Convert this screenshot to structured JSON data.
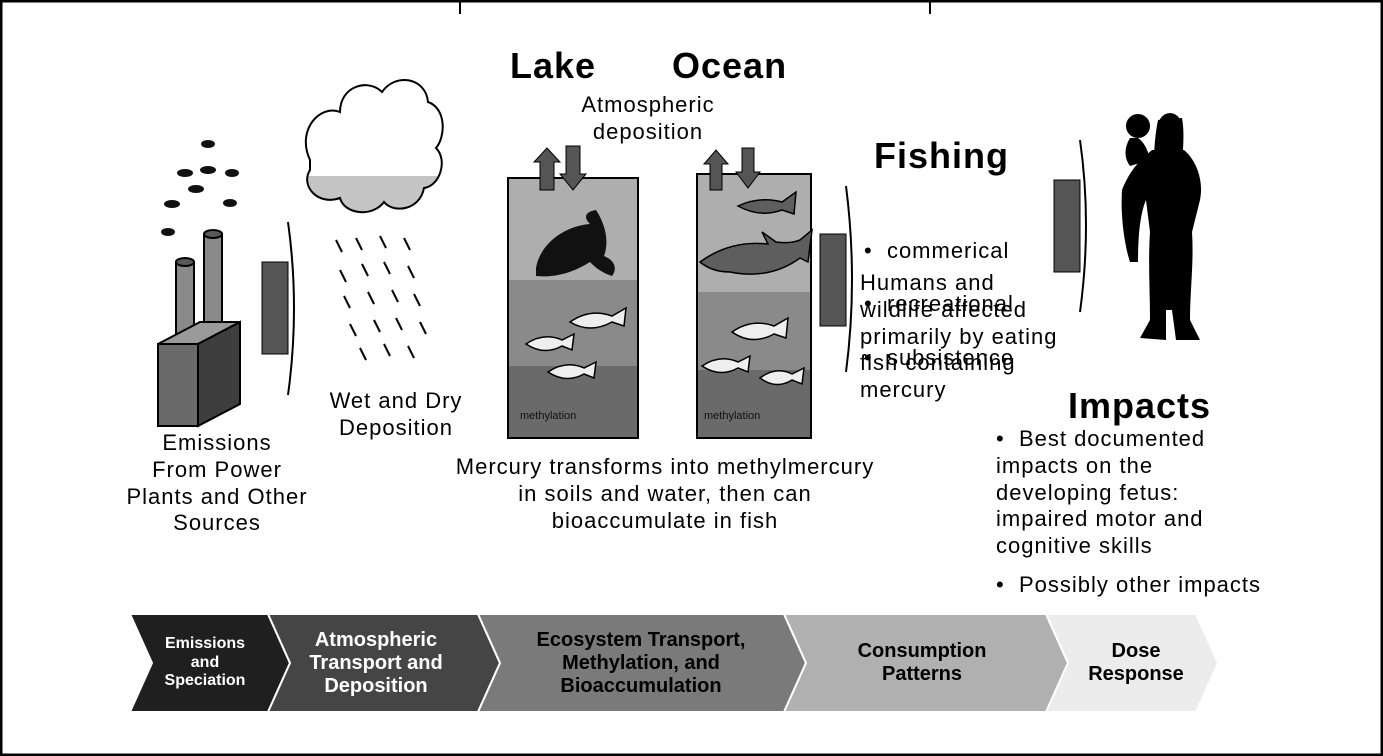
{
  "labels": {
    "lake": "Lake",
    "ocean": "Ocean",
    "atmospheric_deposition": "Atmospheric\ndeposition",
    "fishing": "Fishing",
    "emissions": "Emissions\nFrom Power\nPlants and Other\nSources",
    "wet_dry": "Wet and Dry\nDeposition",
    "mercury": "Mercury transforms into methylmercury\nin soils and water, then can\nbioaccumulate in fish",
    "humans": "Humans and\nwildlife affected\nprimarily by eating\nfish containing\nmercury",
    "impacts": "Impacts",
    "impacts_desc": "Best documented\nimpacts on the\ndeveloping fetus:\nimpaired motor and\ncognitive skills",
    "methylation_lake": "methylation",
    "methylation_ocean": "methylation"
  },
  "fishing_types": [
    "commerical",
    "recreational",
    "subsistence"
  ],
  "impacts_other": "Possibly other impacts",
  "chevrons": [
    {
      "label": "Emissions\nand\nSpeciation",
      "color": "#1f1f1f",
      "text_color": "#ffffff"
    },
    {
      "label": "Atmospheric\nTransport and\nDeposition",
      "color": "#454545",
      "text_color": "#ffffff"
    },
    {
      "label": "Ecosystem Transport,\nMethylation, and\nBioaccumulation",
      "color": "#7a7a7a",
      "text_color": "#000000"
    },
    {
      "label": "Consumption\nPatterns",
      "color": "#b0b0b0",
      "text_color": "#000000"
    },
    {
      "label": "Dose\nResponse",
      "color": "#ececec",
      "text_color": "#000000"
    }
  ],
  "icons": [
    "power-plant-icon",
    "cloud-icon",
    "rain-icon",
    "lake-tank-icon",
    "ocean-tank-icon",
    "fish-icon",
    "shark-icon",
    "person-holding-baby-icon",
    "arrow-connector-icon"
  ]
}
